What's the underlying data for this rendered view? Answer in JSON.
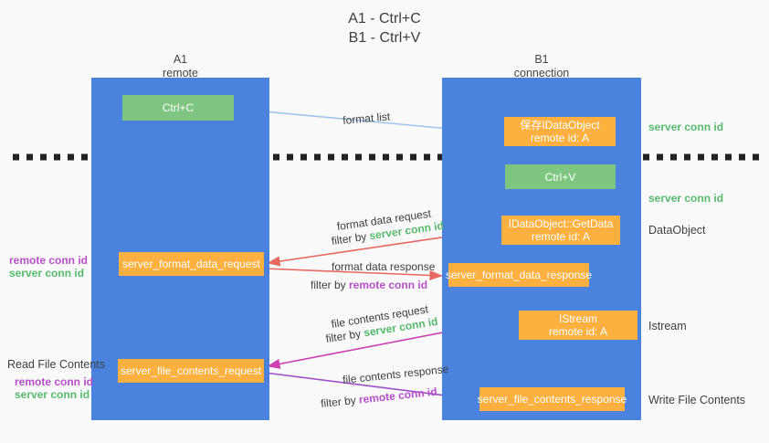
{
  "title": {
    "line1": "A1 - Ctrl+C",
    "line2": "B1 - Ctrl+V"
  },
  "columns": [
    {
      "name": "A1",
      "sub": "remote"
    },
    {
      "name": "B1",
      "sub": "connection"
    }
  ],
  "boxes": {
    "ctrl_c": {
      "label": "Ctrl+C"
    },
    "save_idataobject": {
      "line1": "保存IDataObject",
      "line2": "remote id: A"
    },
    "ctrl_v": {
      "label": "Ctrl+V"
    },
    "getdata": {
      "line1": "IDataObject::GetData",
      "line2": "remote id: A"
    },
    "format_data_request": {
      "label": "server_format_data_request"
    },
    "format_data_response": {
      "label": "server_format_data_response"
    },
    "istream": {
      "line1": "IStream",
      "line2": "remote id: A"
    },
    "file_contents_request": {
      "label": "server_file_contents_request"
    },
    "file_contents_response": {
      "label": "server_file_contents_response"
    }
  },
  "arrow_labels": {
    "format_list": "format list",
    "format_data_request": "format data request",
    "format_data_request_filter_prefix": "filter by ",
    "format_data_request_filter_key": "server conn id",
    "format_data_response": "format data response",
    "format_data_response_filter_prefix": "filter by ",
    "format_data_response_filter_key": "remote conn id",
    "file_contents_request": "file contents request",
    "file_contents_request_filter_prefix": "filter by ",
    "file_contents_request_filter_key": "server conn id",
    "file_contents_response": "file contents response",
    "file_contents_response_filter_prefix": "filter by ",
    "file_contents_response_filter_key": "remote conn id"
  },
  "right_notes": {
    "server_conn_id_top": "server conn id",
    "server_conn_id_mid": "server conn id",
    "data_object": "DataObject",
    "istream": "Istream",
    "write_file_contents": "Write File Contents"
  },
  "left_notes": {
    "remote_conn_id_1": "remote conn id",
    "server_conn_id_1": "server conn id",
    "read_file_contents": "Read File Contents",
    "remote_conn_id_2": "remote conn id",
    "server_conn_id_2": "server conn id"
  },
  "colors": {
    "lane_blue": "#4a82de",
    "box_orange": "#fcb040",
    "box_green": "#7dc580",
    "accent_green_text": "#57bb6d",
    "accent_purple_text": "#b64fc8",
    "arrow_light_blue": "#9fc4ef",
    "arrow_red": "#e8685f",
    "arrow_magenta": "#cc3fb3",
    "arrow_purple": "#a04fc8",
    "arrow_black": "#000000",
    "divider_dashed": "#222222",
    "background": "#f9f9f9"
  }
}
